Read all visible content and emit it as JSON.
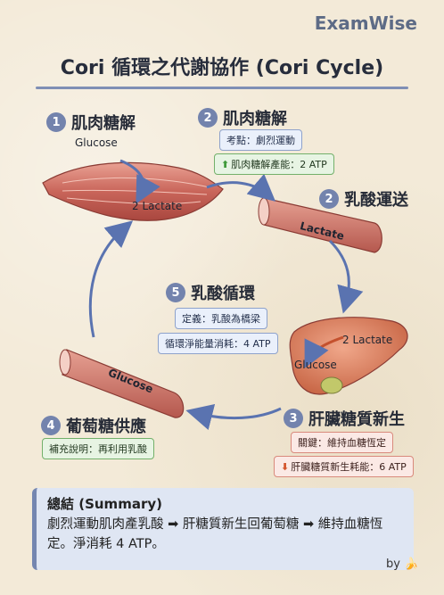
{
  "brand": "ExamWise",
  "title": "Cori 循環之代謝協作 (Cori Cycle)",
  "steps": [
    {
      "num": "1",
      "title": "肌肉糖解"
    },
    {
      "num": "2",
      "title": "肌肉糖解",
      "tag1": "考點：劇烈運動",
      "tag2": "肌肉糖解產能：2 ATP"
    },
    {
      "num": "2",
      "title": "乳酸運送"
    },
    {
      "num": "3",
      "title": "肝臟糖質新生",
      "tag1": "關鍵：維持血糖恆定",
      "tag2": "肝臟糖質新生耗能：6 ATP"
    },
    {
      "num": "4",
      "title": "葡萄糖供應",
      "tag1": "補充說明：再利用乳酸"
    },
    {
      "num": "5",
      "title": "乳酸循環",
      "tag1": "定義：乳酸為橋梁",
      "tag2": "循環淨能量消耗：4 ATP"
    }
  ],
  "labels": {
    "muscle_glucose": "Glucose",
    "muscle_lactate": "2 Lactate",
    "vessel_lactate": "Lactate",
    "liver_lactate": "2 Lactate",
    "liver_glucose": "Glucose",
    "vessel_glucose": "Glucose"
  },
  "summary": {
    "title": "總結 (Summary)",
    "body": "劇烈運動肌肉產乳酸 ➡ 肝糖質新生回葡萄糖 ➡ 維持血糖恆定。淨消耗 4 ATP。"
  },
  "byline": "by",
  "colors": {
    "accent": "#7383ad",
    "arrow": "#5a73b0",
    "muscle": "#c9655a",
    "liver": "#d9805f"
  }
}
